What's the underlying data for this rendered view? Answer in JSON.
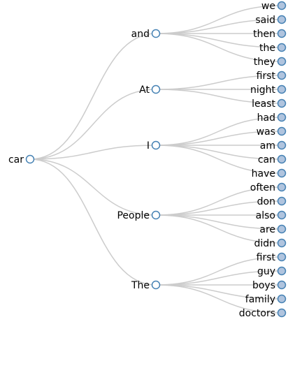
{
  "colors": {
    "link": "#cccccc",
    "node_stroke": "#4682b4",
    "collapsed_fill": "#b0c4de",
    "expanded_fill": "#ffffff"
  },
  "tree": {
    "label": "car",
    "children": [
      {
        "label": "and",
        "children": [
          {
            "label": "we"
          },
          {
            "label": "said"
          },
          {
            "label": "then"
          },
          {
            "label": "the"
          },
          {
            "label": "they"
          }
        ]
      },
      {
        "label": "At",
        "children": [
          {
            "label": "first"
          },
          {
            "label": "night"
          },
          {
            "label": "least"
          }
        ]
      },
      {
        "label": "I",
        "children": [
          {
            "label": "had"
          },
          {
            "label": "was"
          },
          {
            "label": "am"
          },
          {
            "label": "can"
          },
          {
            "label": "have"
          }
        ]
      },
      {
        "label": "People",
        "children": [
          {
            "label": "often"
          },
          {
            "label": "don"
          },
          {
            "label": "also"
          },
          {
            "label": "are"
          },
          {
            "label": "didn"
          }
        ]
      },
      {
        "label": "The",
        "children": [
          {
            "label": "first"
          },
          {
            "label": "guy"
          },
          {
            "label": "boys"
          },
          {
            "label": "family"
          },
          {
            "label": "doctors"
          }
        ]
      }
    ]
  }
}
